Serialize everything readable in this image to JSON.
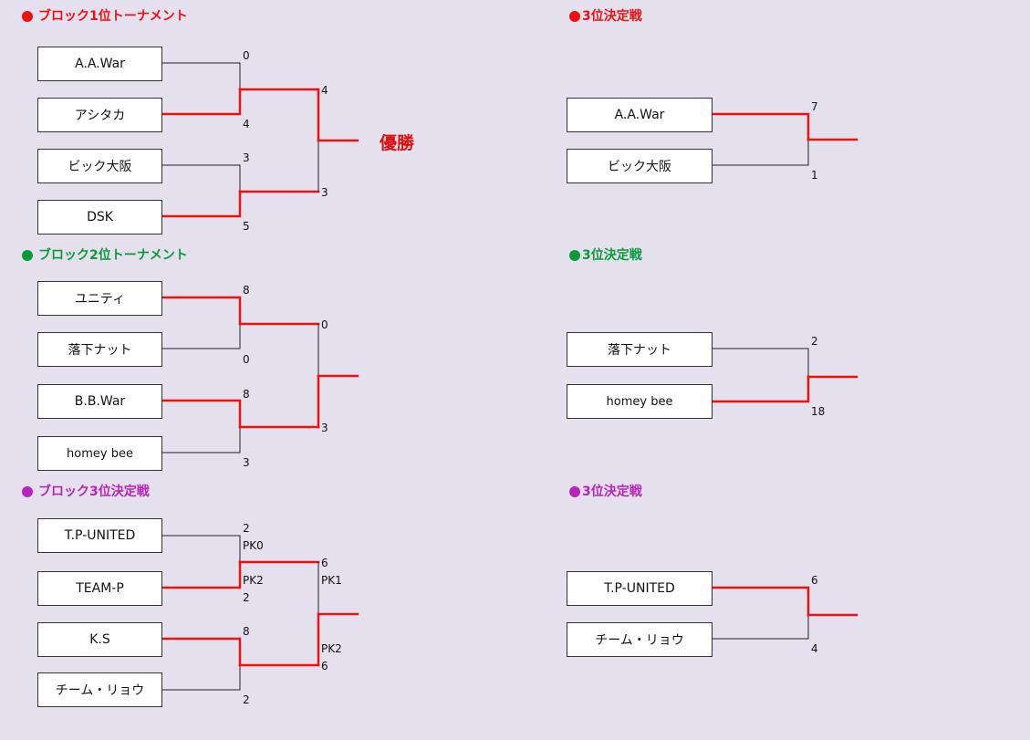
{
  "colors": {
    "winner": "#ee1111",
    "loser": "#222222",
    "red": "#ee1111",
    "green": "#0a9a3a",
    "purple": "#bb22bb"
  },
  "champion_label": "優勝",
  "headings": {
    "block1": "ブロック1位トーナメント",
    "block1_third": "3位決定戦",
    "block2": "ブロック2位トーナメント",
    "block2_third": "3位決定戦",
    "block3": "ブロック3位決定戦",
    "block3_third": "3位決定戦"
  },
  "teams": {
    "b1": [
      "A.A.War",
      "アシタカ",
      "ビック大阪",
      "DSK"
    ],
    "b1t": [
      "A.A.War",
      "ビック大阪"
    ],
    "b2": [
      "ユニティ",
      "落下ナット",
      "B.B.War",
      "homey bee"
    ],
    "b2t": [
      "落下ナット",
      "homey bee"
    ],
    "b3": [
      "T.P-UNITED",
      "TEAM-P",
      "K.S",
      "チーム・リョウ"
    ],
    "b3t": [
      "T.P-UNITED",
      "チーム・リョウ"
    ]
  },
  "scores": {
    "b1": {
      "s1": "0",
      "s2": "4",
      "s3": "3",
      "s4": "5",
      "f1": "4",
      "f2": "3"
    },
    "b1t": {
      "s1": "7",
      "s2": "1"
    },
    "b2": {
      "s1": "8",
      "s2": "0",
      "s3": "8",
      "s4": "3",
      "f1": "0",
      "f2": "3"
    },
    "b2t": {
      "s1": "2",
      "s2": "18"
    },
    "b3": {
      "s1": "2",
      "s1pk": "PK0",
      "s2pk": "PK2",
      "s2": "2",
      "s3": "8",
      "s4": "2",
      "f1": "6",
      "f1pk": "PK1",
      "f2pk": "PK2",
      "f2": "6"
    },
    "b3t": {
      "s1": "6",
      "s2": "4"
    }
  }
}
